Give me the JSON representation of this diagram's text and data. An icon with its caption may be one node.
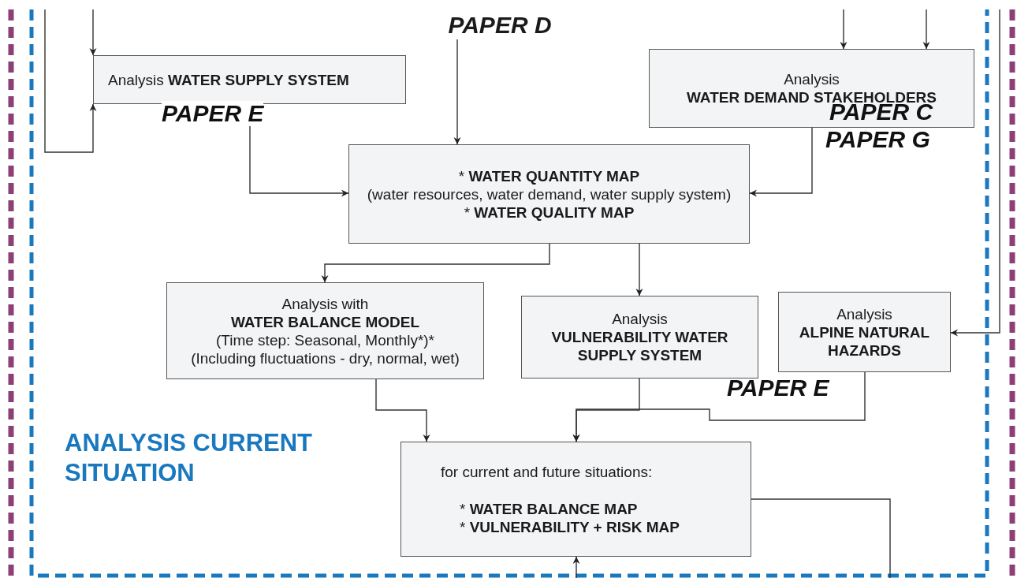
{
  "diagram": {
    "nodes": [
      {
        "text": [
          "Analysis **WATER SUPPLY SYSTEM**"
        ]
      },
      {
        "text": [
          "Analysis",
          "WATER DEMAND STAKEHOLDERS"
        ]
      },
      {
        "text": [
          "* **WATER QUANTITY MAP**",
          "(water resources, water demand, water supply system)",
          "* **WATER QUALITY MAP**"
        ]
      },
      {
        "text": [
          "Analysis with",
          "**WATER BALANCE MODEL**",
          "(Time step: Seasonal, Monthly*)*",
          "(Including fluctuations - dry, normal, wet)"
        ]
      },
      {
        "text": [
          "Analysis",
          "**VULNERABILITY WATER SUPPLY SYSTEM**"
        ]
      },
      {
        "text": [
          "Analysis",
          "**ALPINE NATURAL HAZARDS**"
        ]
      },
      {
        "text": [
          "for current and future situations:",
          "* **WATER BALANCE MAP**",
          "* **VULNERABILITY + RISK MAP**"
        ]
      },
      {
        "text": [
          "PAPER D"
        ]
      }
    ],
    "edges": [
      {
        "from": null,
        "to": 0,
        "arrow": "to"
      },
      {
        "from": null,
        "to": 0,
        "arrow": "to"
      },
      {
        "from": 0,
        "to": 2,
        "arrow": "to"
      },
      {
        "from": 7,
        "to": 2,
        "arrow": "to"
      },
      {
        "from": null,
        "to": 1,
        "arrow": "to"
      },
      {
        "from": null,
        "to": 1,
        "arrow": "to"
      },
      {
        "from": 1,
        "to": 2,
        "arrow": "to"
      },
      {
        "from": 2,
        "to": 3,
        "arrow": "to"
      },
      {
        "from": 2,
        "to": 4,
        "arrow": "to"
      },
      {
        "from": null,
        "to": 5,
        "arrow": "to"
      },
      {
        "from": 3,
        "to": 6,
        "arrow": "to"
      },
      {
        "from": 4,
        "to": 6,
        "arrow": "to"
      },
      {
        "from": 5,
        "to": 6,
        "arrow": "to"
      },
      {
        "from": null,
        "to": 6,
        "arrow": "to"
      },
      {
        "from": 6,
        "to": null,
        "arrow": "none"
      }
    ],
    "labels": [
      "PAPER E",
      "PAPER C",
      "PAPER G",
      "PAPER E",
      "ANALYSIS CURRENT SITUATION"
    ]
  }
}
